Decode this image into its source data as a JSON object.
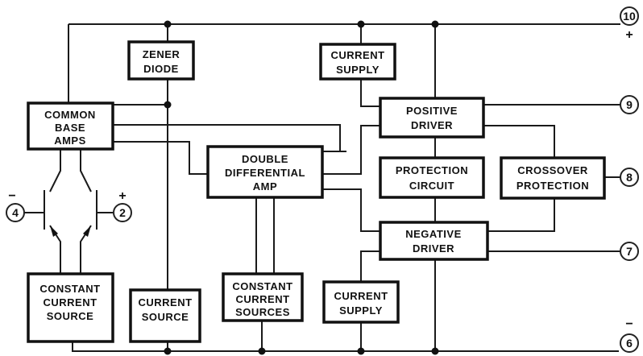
{
  "blocks": {
    "zener": [
      "ZENER",
      "DIODE"
    ],
    "current_supply_top": [
      "CURRENT",
      "SUPPLY"
    ],
    "common_base": [
      "COMMON",
      "BASE",
      "AMPS"
    ],
    "positive_driver": [
      "POSITIVE",
      "DRIVER"
    ],
    "double_diff": [
      "DOUBLE",
      "DIFFERENTIAL",
      "AMP"
    ],
    "protection": [
      "PROTECTION",
      "CIRCUIT"
    ],
    "crossover": [
      "CROSSOVER",
      "PROTECTION"
    ],
    "negative_driver": [
      "NEGATIVE",
      "DRIVER"
    ],
    "constant_current": [
      "CONSTANT",
      "CURRENT",
      "SOURCE"
    ],
    "current_source": [
      "CURRENT",
      "SOURCE"
    ],
    "constant_sources": [
      "CONSTANT",
      "CURRENT",
      "SOURCES"
    ],
    "current_supply_bot": [
      "CURRENT",
      "SUPPLY"
    ]
  },
  "pins": {
    "p10": "10",
    "p9": "9",
    "p8": "8",
    "p7": "7",
    "p6": "6",
    "p4": "4",
    "p2": "2"
  },
  "signs": {
    "p10_plus": "+",
    "p6_minus": "−",
    "p4_minus": "−",
    "p2_plus": "+"
  }
}
